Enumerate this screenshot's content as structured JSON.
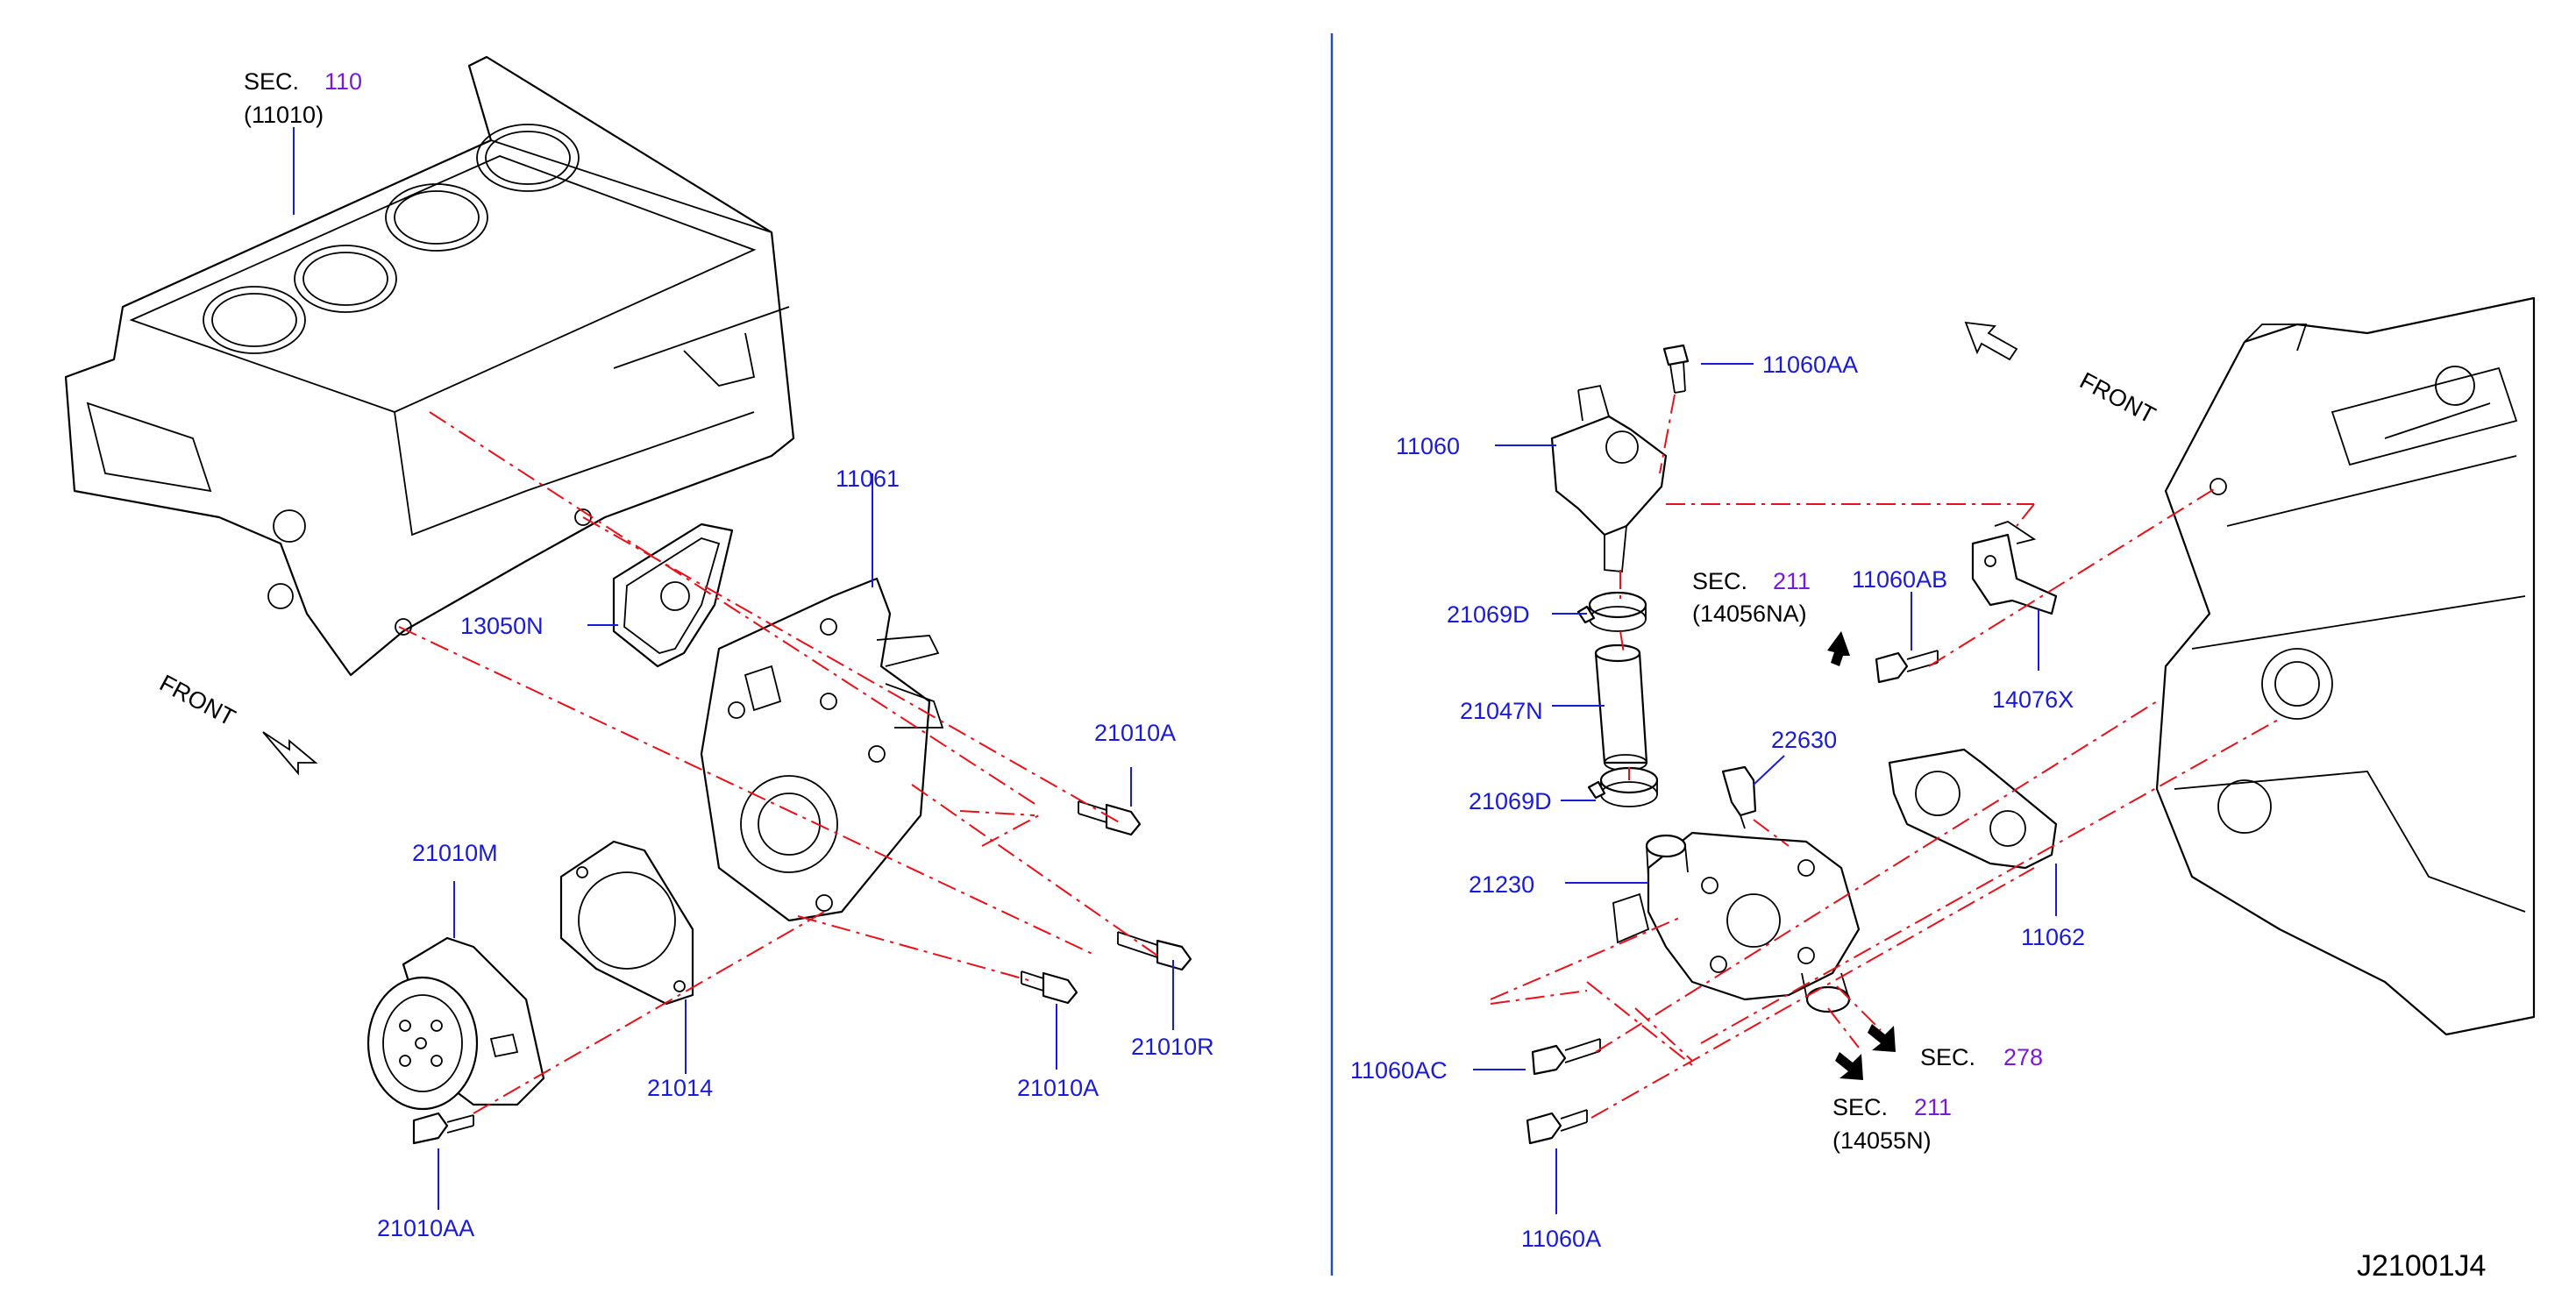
{
  "diagram_code": "J21001J4",
  "labels": {
    "sec110": {
      "sec": "SEC.",
      "num": "110",
      "ref": "(11010)"
    },
    "front_left": "FRONT",
    "front_right": "FRONT",
    "p11061": "11061",
    "p13050N": "13050N",
    "p21010A_1": "21010A",
    "p21010M": "21010M",
    "p21014": "21014",
    "p21010R": "21010R",
    "p21010A_2": "21010A",
    "p21010AA": "21010AA",
    "p11060AA": "11060AA",
    "p11060": "11060",
    "sec211a": {
      "sec": "SEC.",
      "num": "211",
      "ref": "(14056NA)"
    },
    "p11060AB": "11060AB",
    "p21069D_1": "21069D",
    "p21047N": "21047N",
    "p14076X": "14076X",
    "p22630": "22630",
    "p21069D_2": "21069D",
    "p21230": "21230",
    "p11062": "11062",
    "p11060AC": "11060AC",
    "sec278": {
      "sec": "SEC.",
      "num": "278"
    },
    "sec211b": {
      "sec": "SEC.",
      "num": "211",
      "ref": "(14055N)"
    },
    "p11060A": "11060A"
  },
  "colors": {
    "part_number": "#1a1adb",
    "section_number": "#7a1ad6",
    "dash_line": "#e8101a",
    "divider": "#2a4fa8"
  }
}
